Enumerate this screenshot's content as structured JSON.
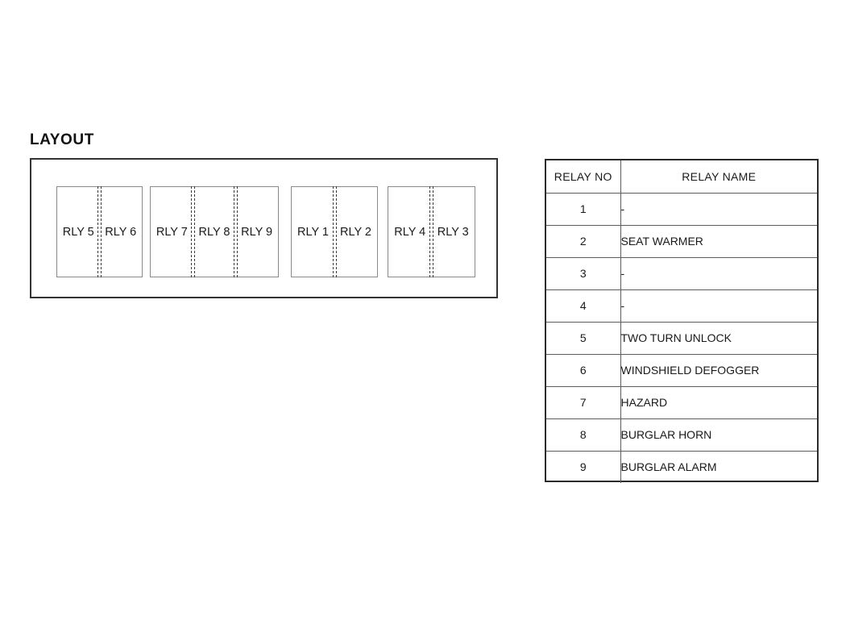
{
  "layout": {
    "title": "LAYOUT",
    "groups": [
      {
        "cells": [
          "RLY 5",
          "RLY 6"
        ]
      },
      {
        "cells": [
          "RLY 7",
          "RLY 8",
          "RLY 9"
        ]
      },
      {
        "cells": [
          "RLY 1",
          "RLY 2"
        ]
      },
      {
        "cells": [
          "RLY 4",
          "RLY 3"
        ]
      }
    ]
  },
  "relay_table": {
    "headers": [
      "RELAY NO",
      "RELAY  NAME"
    ],
    "rows": [
      {
        "no": "1",
        "name": "-"
      },
      {
        "no": "2",
        "name": "SEAT WARMER"
      },
      {
        "no": "3",
        "name": "-"
      },
      {
        "no": "4",
        "name": "-"
      },
      {
        "no": "5",
        "name": "TWO TURN UNLOCK"
      },
      {
        "no": "6",
        "name": "WINDSHIELD DEFOGGER"
      },
      {
        "no": "7",
        "name": "HAZARD"
      },
      {
        "no": "8",
        "name": "BURGLAR HORN"
      },
      {
        "no": "9",
        "name": "BURGLAR ALARM"
      }
    ]
  },
  "colors": {
    "background": "#ffffff",
    "text": "#1a1a1a",
    "panel_border": "#333333",
    "table_border": "#2b2b2b",
    "cell_border": "#5c5c5c",
    "group_border": "#8a8a8a",
    "divider_dash": "#3a3a3a"
  }
}
